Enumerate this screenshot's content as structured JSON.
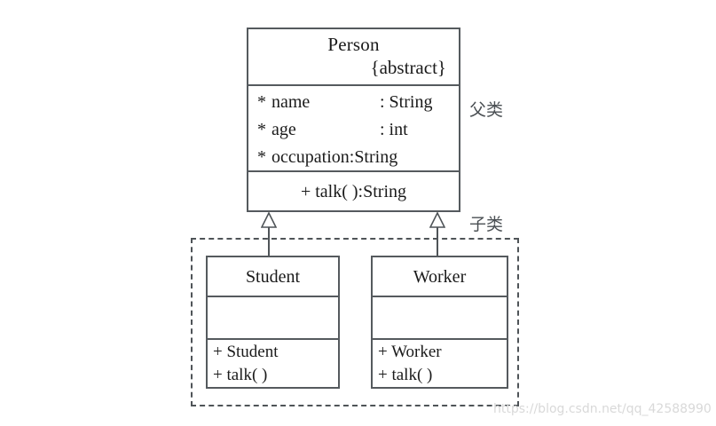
{
  "diagram": {
    "title": "UML class inheritance diagram",
    "line_color": "#555a5e",
    "background": "#ffffff"
  },
  "superclass": {
    "name": "Person",
    "stereotype": "{abstract}",
    "attributes": [
      {
        "visibility": "*",
        "name": "name",
        "type": ": String"
      },
      {
        "visibility": "*",
        "name": "age",
        "type": ": int"
      },
      {
        "visibility": "*",
        "name": "occupation:",
        "type": "String"
      }
    ],
    "operations": [
      {
        "signature": "+ talk( ):String"
      }
    ]
  },
  "subclasses": [
    {
      "name": "Student",
      "attributes": [],
      "operations": [
        {
          "signature": "+ Student"
        },
        {
          "signature": "+ talk( )"
        }
      ]
    },
    {
      "name": "Worker",
      "attributes": [],
      "operations": [
        {
          "signature": "+ Worker"
        },
        {
          "signature": "+ talk( )"
        }
      ]
    }
  ],
  "annotations": {
    "parent_label": "父类",
    "child_label": "子类"
  },
  "relationships": [
    {
      "kind": "generalization",
      "from": "Student",
      "to": "Person"
    },
    {
      "kind": "generalization",
      "from": "Worker",
      "to": "Person"
    }
  ],
  "watermark": {
    "text": "https://blog.csdn.net/qq_42588990"
  }
}
